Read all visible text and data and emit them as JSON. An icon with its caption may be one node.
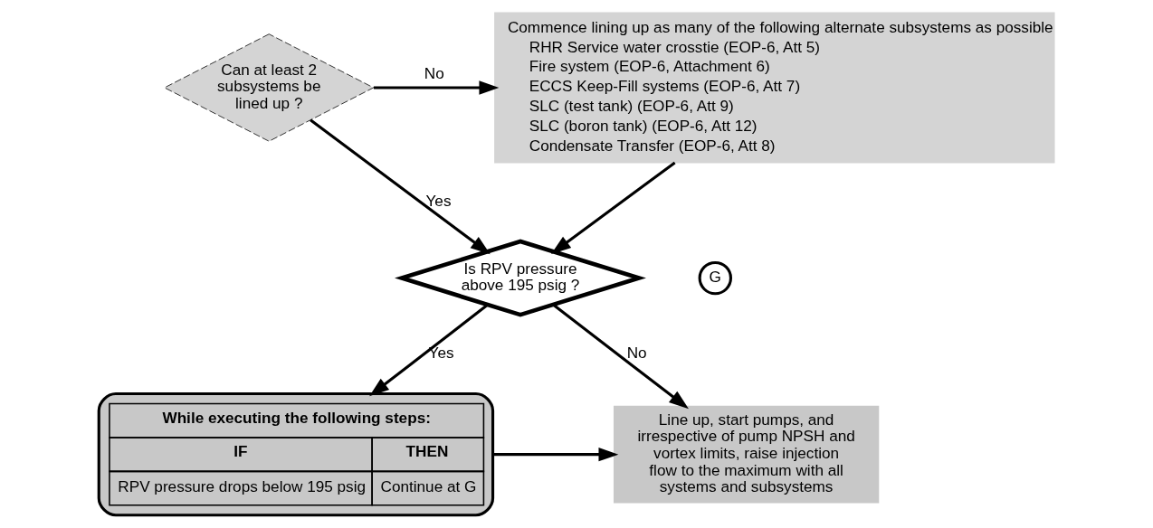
{
  "diagram": {
    "nodes": [
      {
        "text": [
          "Can at least 2 subsystems be lined up ?"
        ]
      },
      {
        "text": [
          "Commence lining up as many of the following alternate subsystems as possible",
          "RHR Service water crosstie (EOP-6, Att 5)",
          "Fire system (EOP-6, Attachment 6)",
          "ECCS Keep-Fill systems (EOP-6, Att 7)",
          "SLC (test tank) (EOP-6, Att 9)",
          "SLC (boron tank) (EOP-6, Att 12)",
          "Condensate Transfer (EOP-6, Att 8)"
        ]
      },
      {
        "text": [
          "Is RPV pressure above 195 psig ?"
        ]
      },
      {
        "text": [
          "While executing the following steps:",
          "IF",
          "THEN",
          "RPV pressure drops below 195 psig",
          "Continue at G"
        ]
      },
      {
        "text": [
          "Line up, start pumps, and irrespective of pump NPSH and vortex limits, raise injection flow to the maximum with all systems and subsystems"
        ]
      }
    ],
    "edges": [
      {
        "from": 0,
        "to": 1,
        "arrow": "to",
        "label": "No"
      },
      {
        "from": 0,
        "to": 2,
        "arrow": "to",
        "label": "Yes"
      },
      {
        "from": 1,
        "to": 2,
        "arrow": "to"
      },
      {
        "from": 2,
        "to": 3,
        "arrow": "to",
        "label": "Yes"
      },
      {
        "from": 2,
        "to": 4,
        "arrow": "to",
        "label": "No"
      },
      {
        "from": 3,
        "to": 4,
        "arrow": "to"
      }
    ],
    "labels": [
      "G"
    ]
  }
}
